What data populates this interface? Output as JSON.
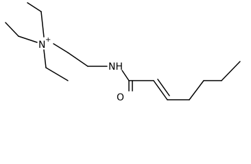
{
  "molecule": {
    "atoms": {
      "n_plus": {
        "symbol": "N",
        "charge": "+"
      },
      "n_amide": {
        "symbol": "NH"
      },
      "o_carbonyl": {
        "symbol": "O"
      }
    },
    "colors": {
      "line": "#000000",
      "text": "#000000",
      "background": "#ffffff"
    }
  }
}
